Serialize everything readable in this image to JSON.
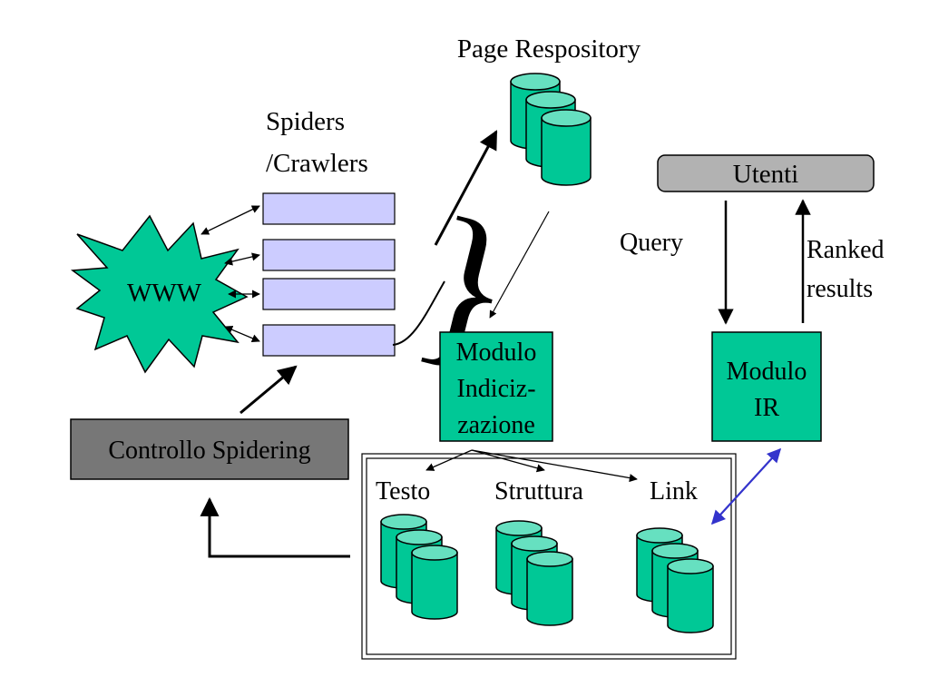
{
  "labels": {
    "page_repository": "Page Respository",
    "spiders_line1": "Spiders",
    "spiders_line2": "/Crawlers",
    "www": "WWW",
    "utenti": "Utenti",
    "query": "Query",
    "ranked_line1": "Ranked",
    "ranked_line2": "results",
    "modulo_idx_line1": "Modulo",
    "modulo_idx_line2": "Indiciz-",
    "modulo_idx_line3": "zazione",
    "modulo_ir_line1": "Modulo",
    "modulo_ir_line2": "IR",
    "controllo": "Controllo Spidering",
    "testo": "Testo",
    "struttura": "Struttura",
    "link": "Link"
  },
  "colors": {
    "cylinder": "#00c896",
    "cylinder_top": "#66e0c0",
    "module": "#00c896",
    "starburst": "#00c896",
    "spider_bar": "#ccccff",
    "utenti_box": "#b2b2b2",
    "controllo_box": "#777777",
    "link_arrow": "#3333cc"
  }
}
